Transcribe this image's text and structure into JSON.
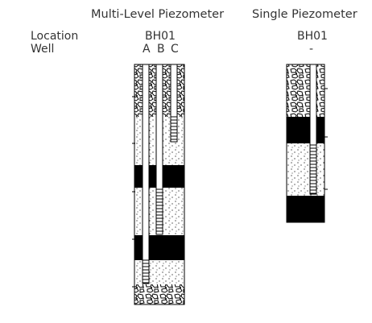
{
  "headers": {
    "multi_title": "Multi-Level Piezometer",
    "single_title": "Single Piezometer"
  },
  "row_labels": {
    "location": "Location",
    "well": "Well"
  },
  "multi": {
    "location": "BH01",
    "wells": [
      "A",
      "B",
      "C"
    ],
    "layers": [
      {
        "material": "gravel"
      },
      {
        "material": "sand"
      },
      {
        "material": "clay"
      },
      {
        "material": "sand"
      },
      {
        "material": "clay"
      },
      {
        "material": "sand"
      },
      {
        "material": "gravel"
      }
    ]
  },
  "single": {
    "location": "BH01",
    "well": "-",
    "layers": [
      {
        "material": "gravel"
      },
      {
        "material": "clay"
      },
      {
        "material": "sand"
      },
      {
        "material": "clay"
      }
    ]
  },
  "colors": {
    "text": "#333333",
    "clay": "#000000",
    "outline": "#000000",
    "background": "#ffffff"
  }
}
